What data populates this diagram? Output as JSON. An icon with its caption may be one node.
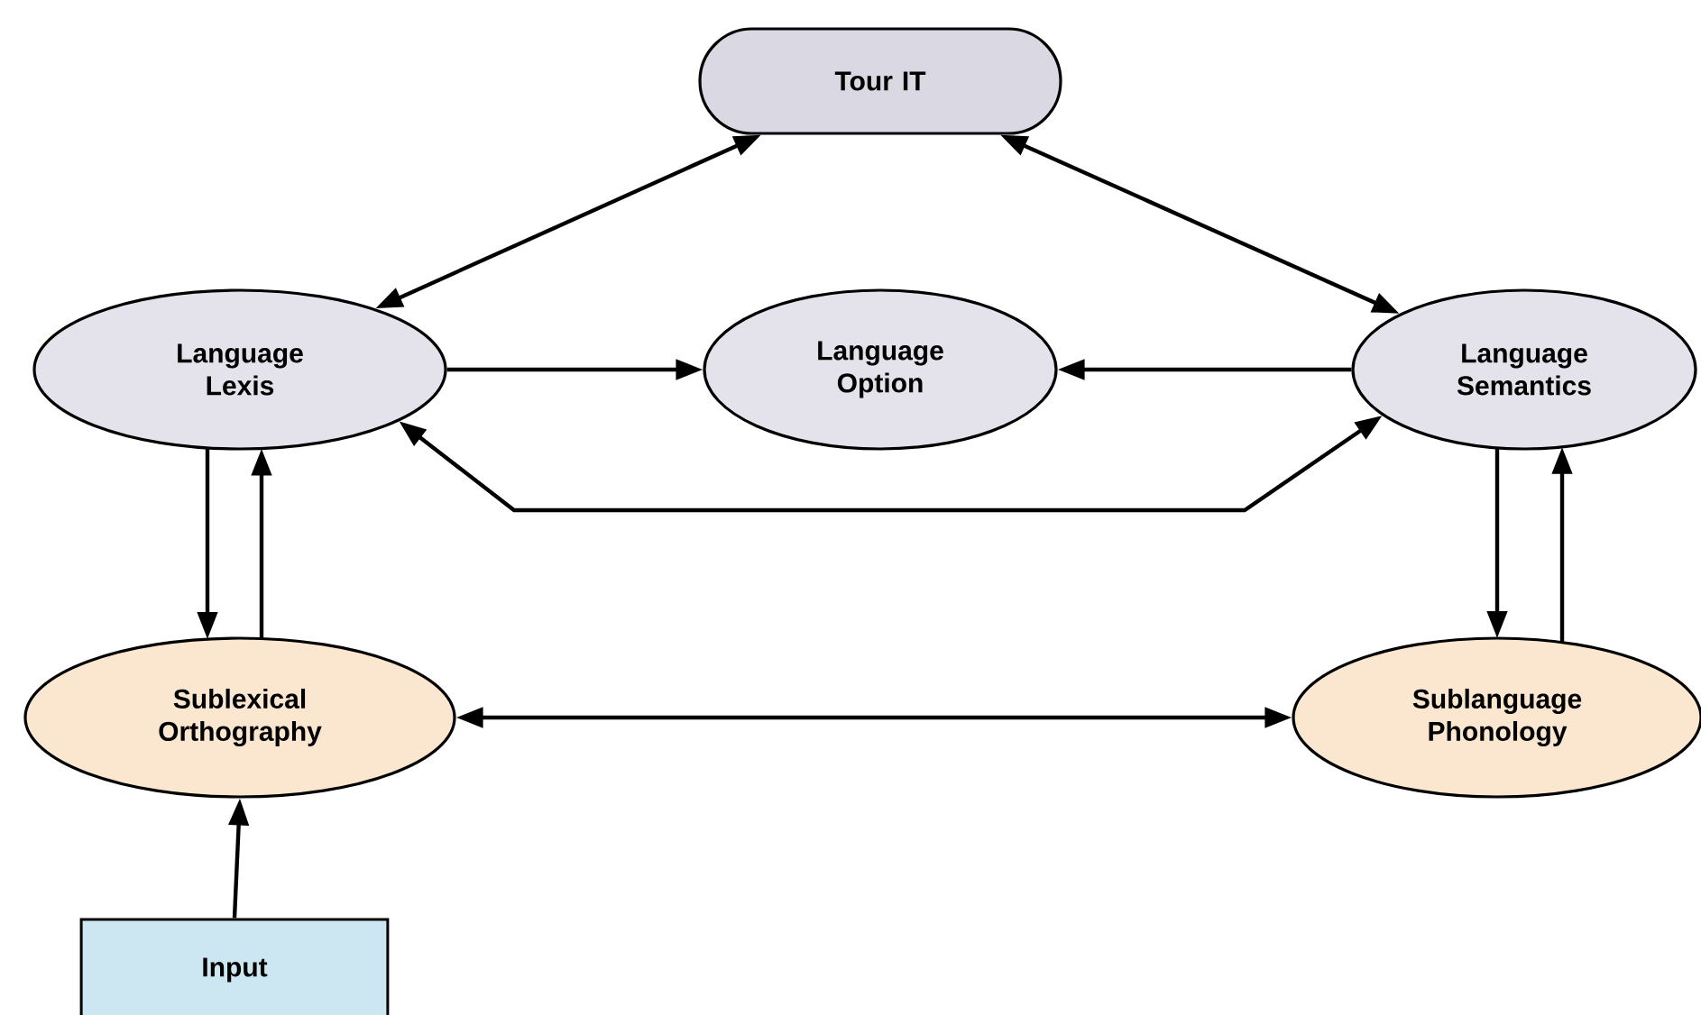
{
  "diagram": {
    "nodes": [
      {
        "text": [
          "Tour IT"
        ]
      },
      {
        "text": [
          "Language Lexis"
        ]
      },
      {
        "text": [
          "Language Option"
        ]
      },
      {
        "text": [
          "Language Semantics"
        ]
      },
      {
        "text": [
          "Sublexical Orthography"
        ]
      },
      {
        "text": [
          "Sublanguage Phonology"
        ]
      },
      {
        "text": [
          "Input"
        ]
      }
    ],
    "edges": [
      {
        "from": 0,
        "to": 1,
        "arrow": "both"
      },
      {
        "from": 0,
        "to": 3,
        "arrow": "both"
      },
      {
        "from": 1,
        "to": 2,
        "arrow": "to"
      },
      {
        "from": 3,
        "to": 2,
        "arrow": "to"
      },
      {
        "from": 1,
        "to": 3,
        "arrow": "both"
      },
      {
        "from": 1,
        "to": 4,
        "arrow": "to"
      },
      {
        "from": 4,
        "to": 1,
        "arrow": "to"
      },
      {
        "from": 3,
        "to": 5,
        "arrow": "to"
      },
      {
        "from": 5,
        "to": 3,
        "arrow": "to"
      },
      {
        "from": 4,
        "to": 5,
        "arrow": "both"
      },
      {
        "from": 6,
        "to": 4,
        "arrow": "to"
      }
    ]
  }
}
